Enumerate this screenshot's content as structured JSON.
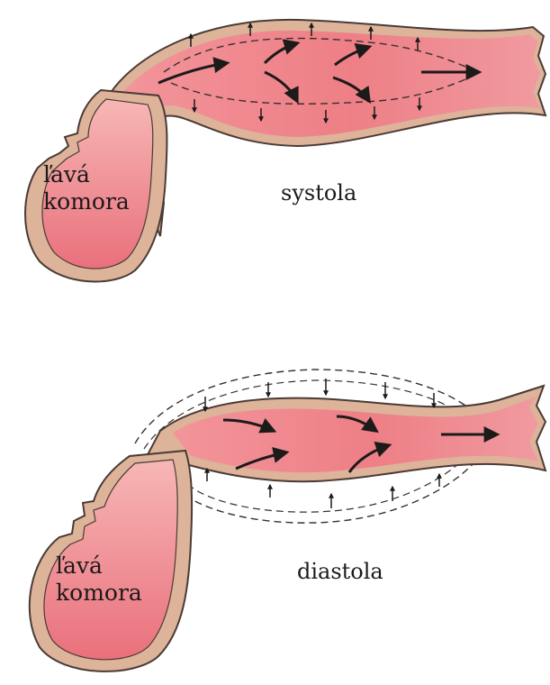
{
  "colors": {
    "outer_wall": "#ddb39a",
    "outer_wall_stroke": "#4a3b35",
    "blood": "#ee7f86",
    "blood_dark": "#e8687a",
    "blood_light": "#f6b1ae",
    "arrow": "#1d1a1a",
    "label": "#1d1a1a"
  },
  "panels": [
    {
      "id": "systole",
      "ventricle_label_line1": "ľavá",
      "ventricle_label_line2": "komora",
      "phase_label": "systola"
    },
    {
      "id": "diastole",
      "ventricle_label_line1": "ľavá",
      "ventricle_label_line2": "komora",
      "phase_label": "diastola"
    }
  ]
}
